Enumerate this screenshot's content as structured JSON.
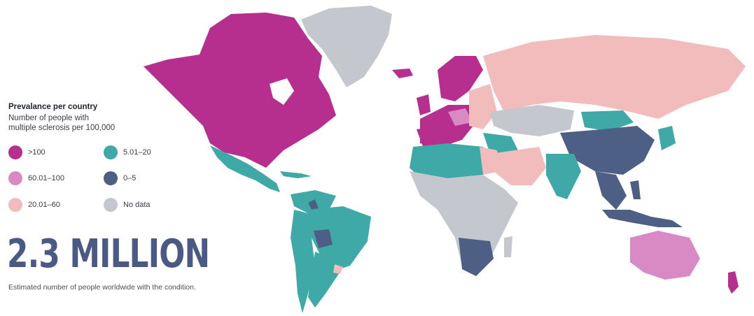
{
  "legend": {
    "title": "Prevalance per country",
    "subtitle_line1": "Number of people with",
    "subtitle_line2": "multiple sclerosis per 100,000",
    "items": [
      {
        "label": ">100",
        "color": "#b62f8f"
      },
      {
        "label": "60.01–100",
        "color": "#d98ac5"
      },
      {
        "label": "20.01–60",
        "color": "#f2bcbc"
      },
      {
        "label": "5.01–20",
        "color": "#3ea9a6"
      },
      {
        "label": "0–5",
        "color": "#4e5f86"
      },
      {
        "label": "No data",
        "color": "#c5c7cf"
      }
    ]
  },
  "headline": {
    "figure": "2.3 MILLION",
    "caption": "Estimated number of people worldwide with the condition."
  }
}
